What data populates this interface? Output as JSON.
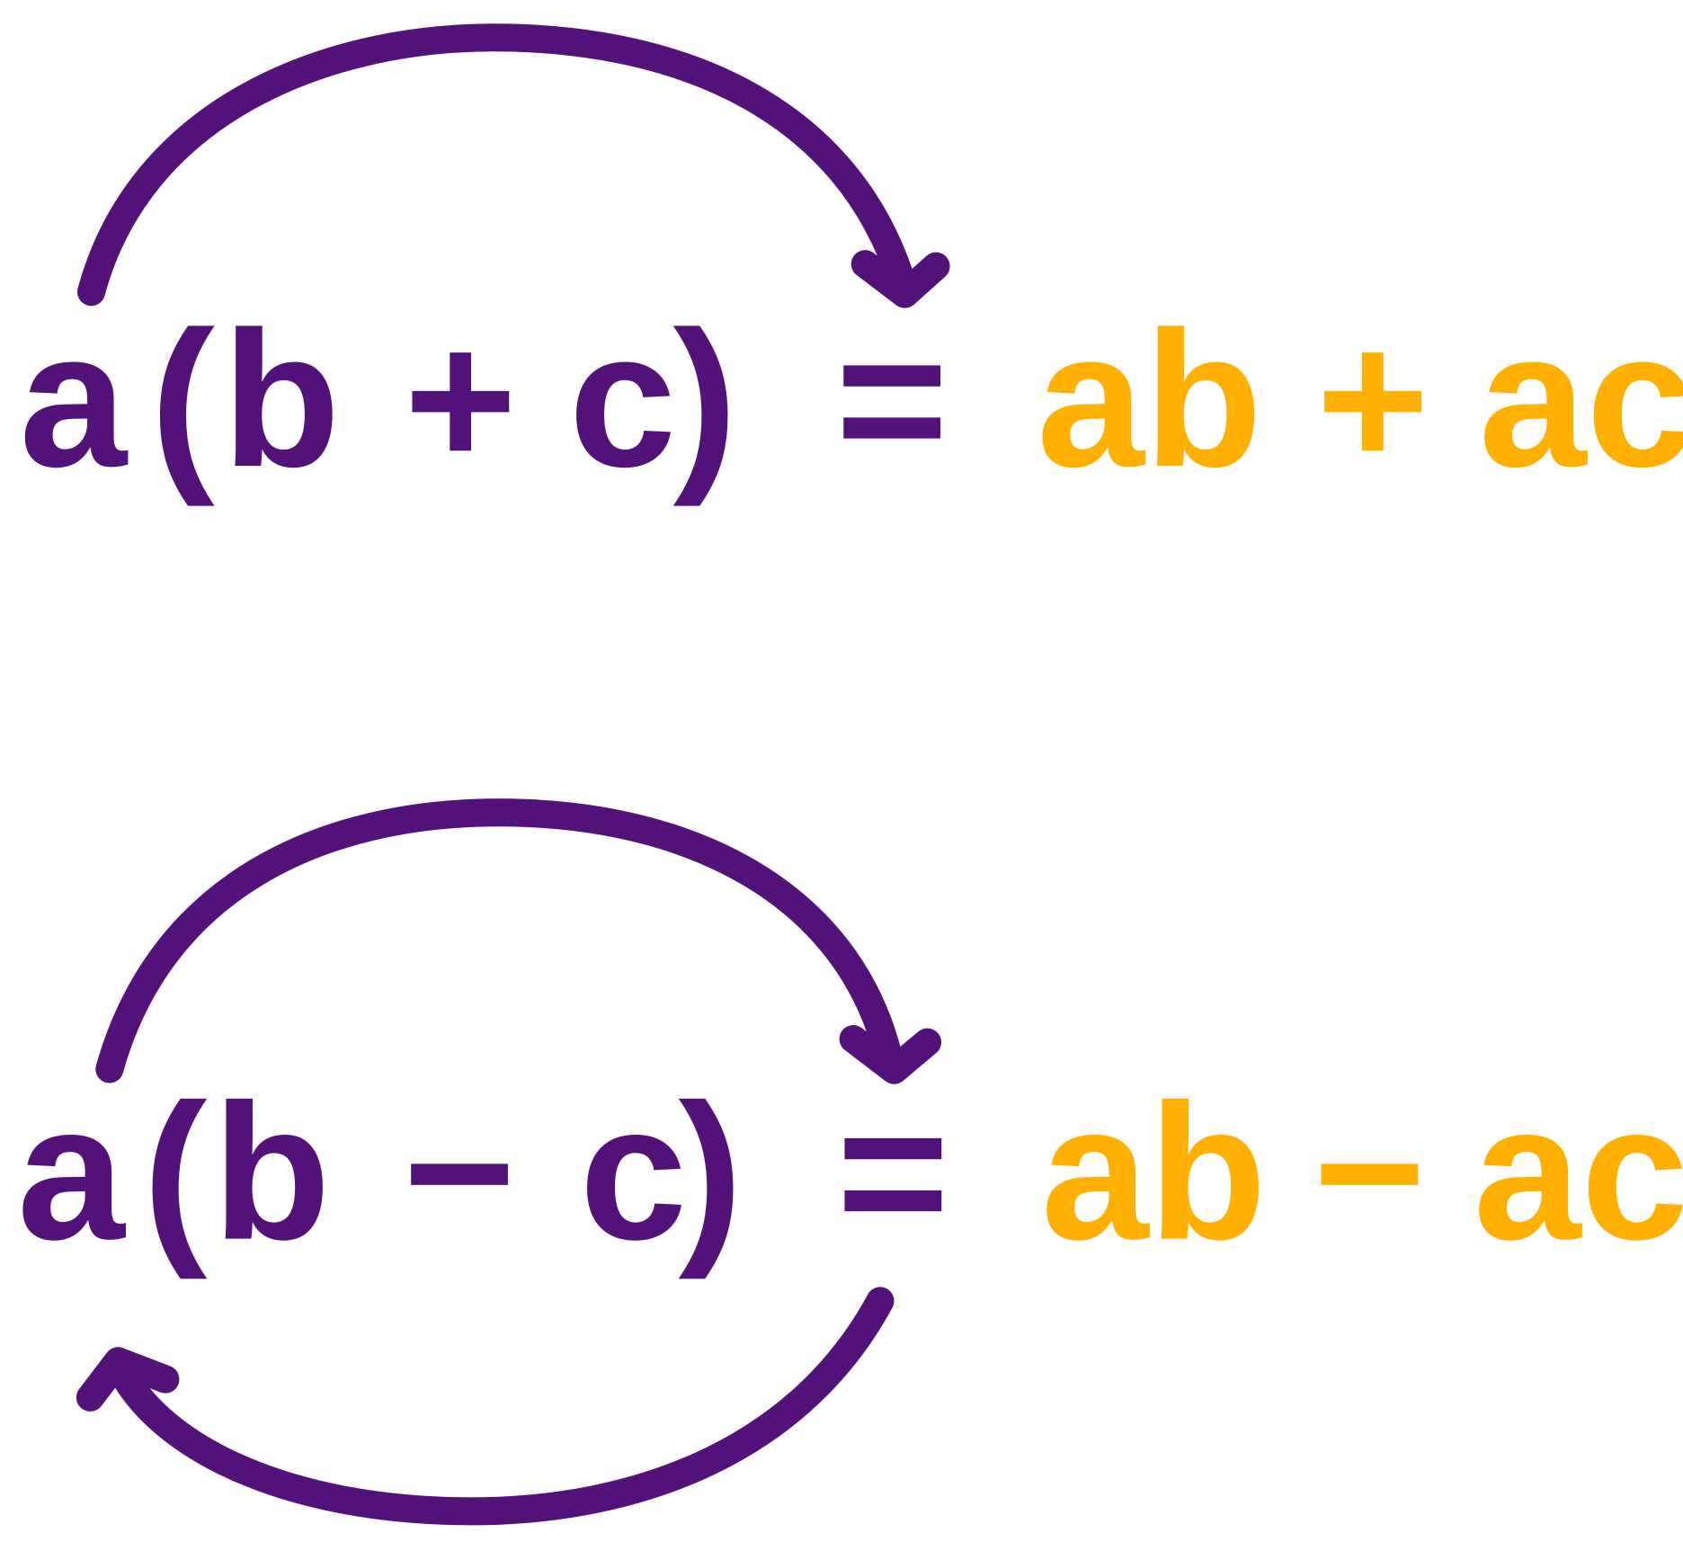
{
  "colors": {
    "expression": "#52127a",
    "result": "#ffb000",
    "arrow": "#52127a"
  },
  "equations": [
    {
      "name": "distributive-addition",
      "lhs": [
        "a",
        "(",
        "b",
        "+",
        "c",
        ")"
      ],
      "equals": "=",
      "rhs": [
        "ab",
        "+",
        "ac"
      ]
    },
    {
      "name": "distributive-subtraction",
      "lhs": [
        "a",
        "(",
        "b",
        "−",
        "c",
        ")"
      ],
      "equals": "=",
      "rhs": [
        "ab",
        "−",
        "ac"
      ]
    }
  ],
  "arrows": [
    {
      "name": "arrow-a-to-c-top",
      "direction": "left-to-right"
    },
    {
      "name": "arrow-a-to-c-second",
      "direction": "left-to-right"
    },
    {
      "name": "arrow-c-to-a-bottom",
      "direction": "right-to-left"
    }
  ]
}
